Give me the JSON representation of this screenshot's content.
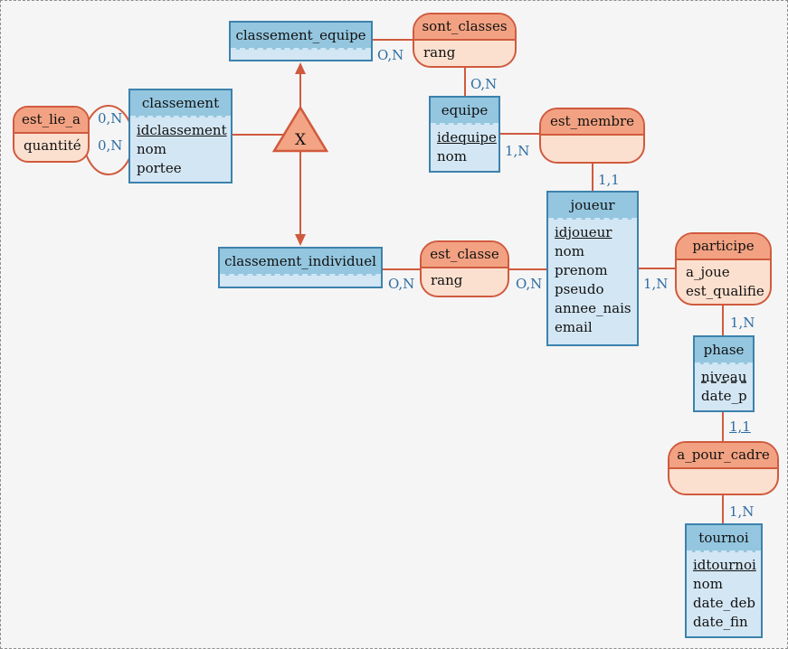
{
  "entities": {
    "classement_equipe": {
      "title": "classement_equipe"
    },
    "classement": {
      "title": "classement",
      "id": "idclassement",
      "attrs": [
        "nom",
        "portee"
      ]
    },
    "equipe": {
      "title": "equipe",
      "id": "idequipe",
      "attrs": [
        "nom"
      ]
    },
    "joueur": {
      "title": "joueur",
      "id": "idjoueur",
      "attrs": [
        "nom",
        "prenom",
        "pseudo",
        "annee_nais",
        "email"
      ]
    },
    "classement_individuel": {
      "title": "classement_individuel"
    },
    "phase": {
      "title": "phase",
      "id": "niveau",
      "attrs": [
        "date_p"
      ]
    },
    "tournoi": {
      "title": "tournoi",
      "id": "idtournoi",
      "attrs": [
        "nom",
        "date_deb",
        "date_fin"
      ]
    }
  },
  "associations": {
    "est_lie_a": {
      "title": "est_lie_a",
      "attrs": [
        "quantité"
      ]
    },
    "sont_classes": {
      "title": "sont_classes",
      "attrs": [
        "rang"
      ]
    },
    "est_membre": {
      "title": "est_membre",
      "attrs": []
    },
    "est_classe": {
      "title": "est_classe",
      "attrs": [
        "rang"
      ]
    },
    "participe": {
      "title": "participe",
      "attrs": [
        "a_joue",
        "est_qualifie"
      ]
    },
    "a_pour_cadre": {
      "title": "a_pour_cadre",
      "attrs": []
    }
  },
  "operator": {
    "label": "X"
  },
  "cardinalities": {
    "est_lie_a_1": "0,N",
    "est_lie_a_2": "0,N",
    "classement_equipe_sont_classes": "O,N",
    "sont_classes_equipe": "O,N",
    "equipe_est_membre": "1,N",
    "est_membre_joueur": "1,1",
    "classement_individuel_est_classe": "O,N",
    "est_classe_joueur": "O,N",
    "joueur_participe": "1,N",
    "participe_phase": "1,N",
    "phase_a_pour_cadre": "1,1",
    "a_pour_cadre_tournoi": "1,N"
  },
  "colors": {
    "entity_border": "#3c82ad",
    "entity_header": "#94c6df",
    "entity_body": "#d3e6f3",
    "association_border": "#d05a3e",
    "association_header": "#f2a282",
    "association_body": "#fce0cf",
    "link_line": "#d05a3e",
    "cardinality_text": "#2e6da3",
    "background": "#f5f5f5"
  }
}
